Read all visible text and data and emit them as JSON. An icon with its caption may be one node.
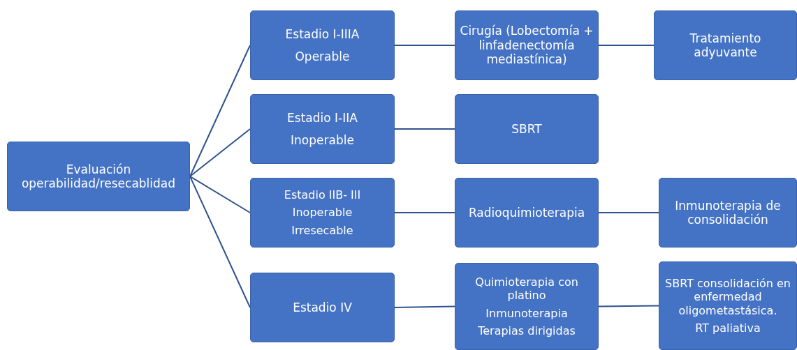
{
  "diagram": {
    "nodes": [
      {
        "text": [
          "Evaluación operabilidad/resecablidad"
        ]
      },
      {
        "text": [
          "Estadio I-IIIA",
          "Operable"
        ]
      },
      {
        "text": [
          "Cirugía (Lobectomía + linfadenectomía mediastínica)"
        ]
      },
      {
        "text": [
          "Tratamiento adyuvante"
        ]
      },
      {
        "text": [
          "Estadio I-IIA",
          "Inoperable"
        ]
      },
      {
        "text": [
          "SBRT"
        ]
      },
      {
        "text": [
          "Estadio IIB- III",
          "Inoperable",
          "Irresecable"
        ]
      },
      {
        "text": [
          "Radioquimioterapia"
        ]
      },
      {
        "text": [
          "Inmunoterapia de consolidación"
        ]
      },
      {
        "text": [
          "Estadio IV"
        ]
      },
      {
        "text": [
          "Quimioterapia con platino",
          "Inmunoterapia",
          "Terapias dirigidas"
        ]
      },
      {
        "text": [
          "SBRT consolidación en enfermedad oligometastásica.",
          "RT paliativa"
        ]
      }
    ],
    "edges": [
      {
        "from": 0,
        "to": 1,
        "arrow": "none"
      },
      {
        "from": 0,
        "to": 4,
        "arrow": "none"
      },
      {
        "from": 0,
        "to": 6,
        "arrow": "none"
      },
      {
        "from": 0,
        "to": 9,
        "arrow": "none"
      },
      {
        "from": 1,
        "to": 2,
        "arrow": "none"
      },
      {
        "from": 2,
        "to": 3,
        "arrow": "none"
      },
      {
        "from": 4,
        "to": 5,
        "arrow": "none"
      },
      {
        "from": 6,
        "to": 7,
        "arrow": "none"
      },
      {
        "from": 7,
        "to": 8,
        "arrow": "none"
      },
      {
        "from": 9,
        "to": 10,
        "arrow": "none"
      },
      {
        "from": 10,
        "to": 11,
        "arrow": "none"
      }
    ]
  }
}
